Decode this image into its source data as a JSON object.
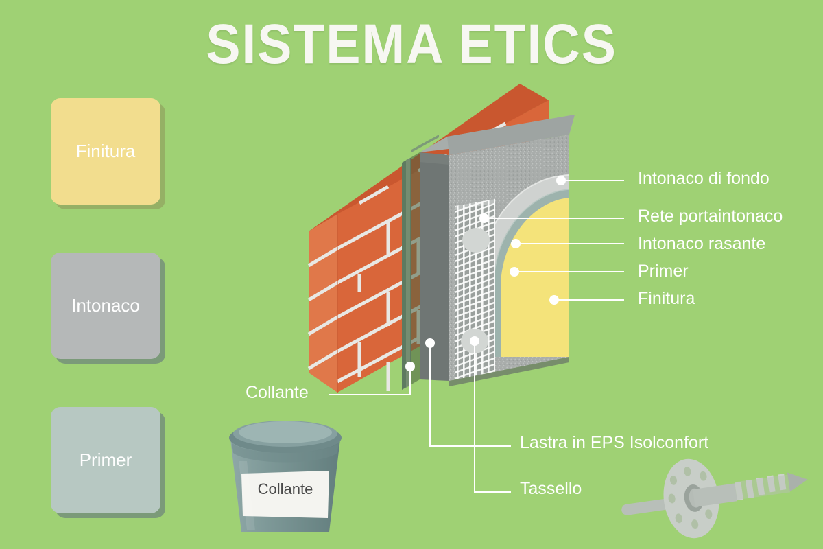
{
  "page": {
    "title": "SISTEMA ETICS",
    "background_color": "#9fd174"
  },
  "swatches": [
    {
      "label": "Finitura",
      "color": "#f2dd8e"
    },
    {
      "label": "Intonaco",
      "color": "#b5b8b8"
    },
    {
      "label": "Primer",
      "color": "#b7c8c2"
    }
  ],
  "callouts": {
    "intonaco_di_fondo": "Intonaco di fondo",
    "rete_portaintonaco": "Rete portaintonaco",
    "intonaco_rasante": "Intonaco rasante",
    "primer": "Primer",
    "finitura": "Finitura",
    "collante": "Collante",
    "lastra": "Lastra in EPS Isolconfort",
    "tassello": "Tassello"
  },
  "bucket": {
    "label": "Collante"
  },
  "colors": {
    "background": "#9fd174",
    "brick_front": "#d9663a",
    "brick_side": "#e0784a",
    "brick_top": "#c9572f",
    "mortar": "#e8e8e4",
    "adhesive_green": "#5e7a60",
    "eps_face": "#8e9492",
    "eps_edge": "#6f7674",
    "base_coat": "#a9adab",
    "rasante": "#cfd2d0",
    "primer_layer": "#9db3ad",
    "finitura_layer": "#f4e37a",
    "mesh": "#ffffff",
    "dowel": "#c3c9c4",
    "bucket_body": "#7e9a9a",
    "bucket_label": "#f4f4f0",
    "leader_line": "#ffffff",
    "text_white": "#ffffff"
  },
  "icons": {
    "dowel": "anchor-dowel-icon",
    "bucket": "adhesive-bucket-icon",
    "wall": "brick-wall-icon"
  }
}
